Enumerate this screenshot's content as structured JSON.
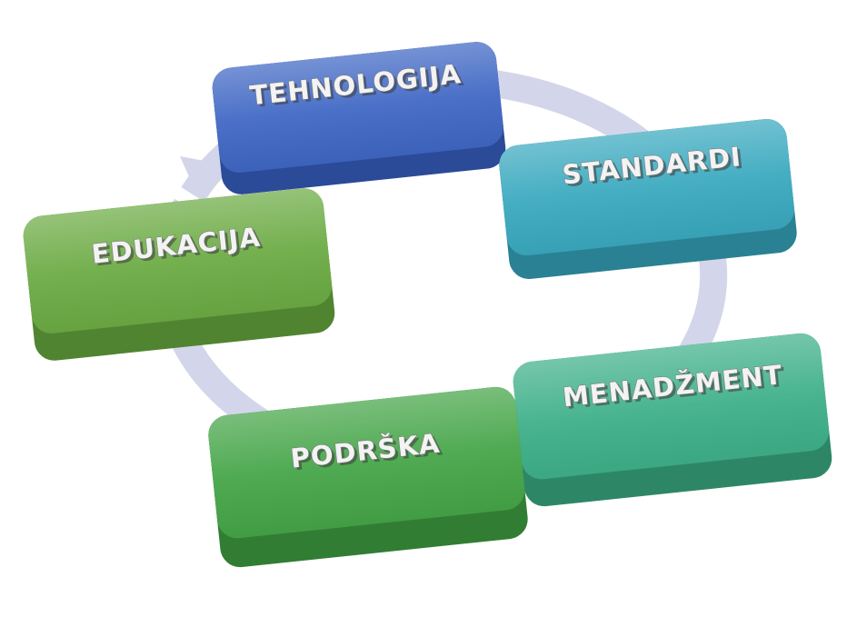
{
  "diagram": {
    "type": "cycle",
    "ring_color": "#d3d6ea",
    "steps": [
      {
        "id": "tehnologija",
        "label": "TEHNOLOGIJA",
        "color": "#3f67c4",
        "dark": "#2b4a98"
      },
      {
        "id": "standardi",
        "label": "STANDARDI",
        "color": "#3aa9bf",
        "dark": "#2a8194"
      },
      {
        "id": "menadzment",
        "label": "MENADŽMENT",
        "color": "#3fb08a",
        "dark": "#2d8766"
      },
      {
        "id": "podrska",
        "label": "PODRŠKA",
        "color": "#45a548",
        "dark": "#327d34"
      },
      {
        "id": "edukacija",
        "label": "EDUKACIJA",
        "color": "#6cab44",
        "dark": "#508431"
      }
    ]
  }
}
